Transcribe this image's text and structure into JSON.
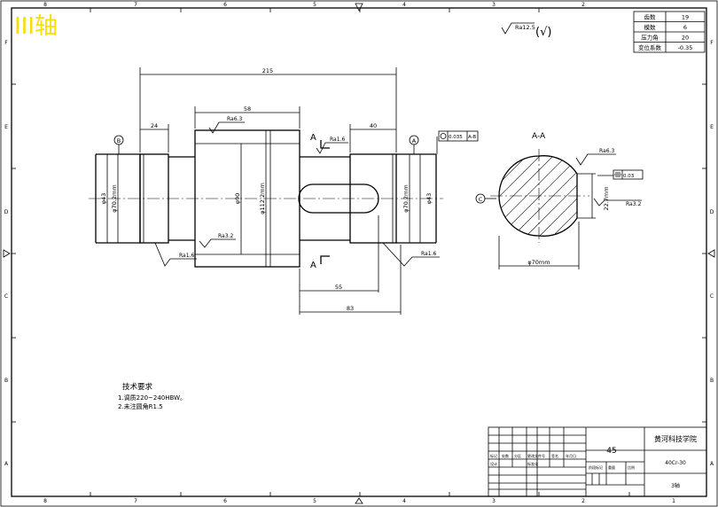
{
  "part_title": "III轴",
  "border": {
    "top_numbers": [
      "8",
      "7",
      "6",
      "5",
      "4",
      "3",
      "2"
    ],
    "bottom_numbers": [
      "8",
      "7",
      "6",
      "5",
      "4",
      "3",
      "2",
      "1"
    ],
    "left_letters": [
      "F",
      "E",
      "D",
      "C",
      "B",
      "A"
    ],
    "right_letters": [
      "F",
      "E",
      "D",
      "C",
      "B",
      "A"
    ]
  },
  "gear_params": {
    "rows": [
      {
        "name": "齿数",
        "value": "19"
      },
      {
        "name": "模数",
        "value": "6"
      },
      {
        "name": "压力角",
        "value": "20"
      },
      {
        "name": "变位系数",
        "value": "-0.35"
      }
    ]
  },
  "general_roughness": {
    "value": "Ra12.5",
    "suffix": "(√)"
  },
  "dimensions": {
    "overall_length": "215",
    "gear_width": "58",
    "left_journal": "24",
    "right_journal": "40",
    "keyway_length": "55",
    "keyway_pos": "83",
    "dia_left_outer": "φ43",
    "dia_left_bearing": "φ70.2mm",
    "dia_gear_body": "φ90",
    "dia_gear_tip": "φ112.2mm",
    "dia_right_bearing": "φ70.2mm",
    "dia_right_outer": "φ43"
  },
  "roughness_marks": {
    "gear_top": "Ra6.3",
    "key_top": "Ra1.6",
    "gear_bottom": "Ra3.2",
    "left_bottom": "Ra1.6",
    "right_bottom": "Ra1.6",
    "section_top": "Ra6.3",
    "section_right": "Ra3.2"
  },
  "datums": {
    "left": "B",
    "right": "A",
    "section": "C"
  },
  "tolerance_frame": {
    "value": "0.035",
    "ref": "A-B"
  },
  "section_view": {
    "title": "A-A",
    "width": "22.7mm",
    "diameter": "φ70mm",
    "symmetry": "0.03"
  },
  "section_markers": {
    "top": "A",
    "bottom": "A"
  },
  "technical_requirements": {
    "title": "技术要求",
    "items": [
      "1.调质220~240HBW。",
      "2.未注圆角R1.5"
    ]
  },
  "title_block": {
    "material": "45",
    "school": "黄河科技学院",
    "drawing_no": "40Cr-30",
    "part_name": "3轴",
    "small_headers": [
      "标记",
      "处数",
      "分区",
      "更改文件号",
      "签名",
      "年月日"
    ],
    "row2": [
      "设计",
      "",
      "标准化",
      "",
      "阶段标记",
      "重量",
      "比例"
    ]
  },
  "colors": {
    "title_yellow": "#f5e000",
    "line": "#000000",
    "background": "#ffffff"
  }
}
